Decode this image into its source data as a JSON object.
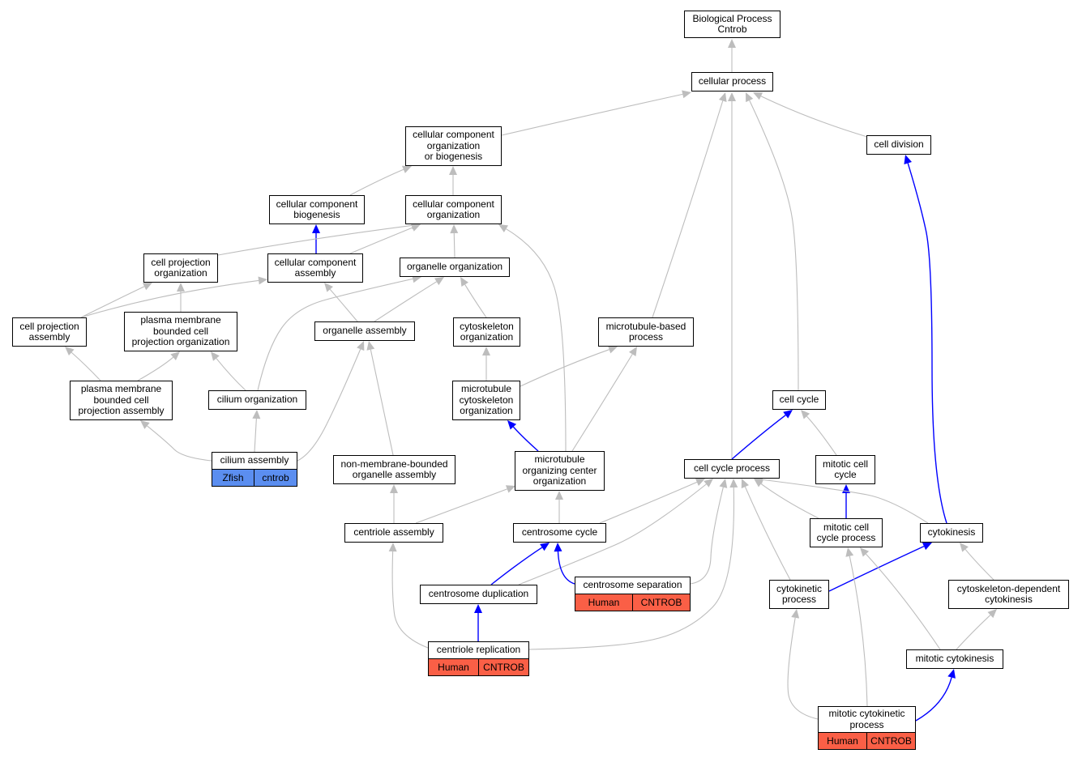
{
  "colors": {
    "edge_default": "#bdbdbd",
    "edge_highlight": "#0000ff",
    "zfish_fill": "#5b8ef0",
    "human_fill": "#fa5f46",
    "node_fill": "#ffffff",
    "node_border": "#000000"
  },
  "nodes": {
    "root": "Biological Process\nCntrob",
    "cellular_process": "cellular process",
    "ccob": "cellular component\norganization\nor biogenesis",
    "cell_division": "cell division",
    "cc_biogenesis": "cellular component\nbiogenesis",
    "cc_organization": "cellular component\norganization",
    "cell_proj_org": "cell projection\norganization",
    "cc_assembly": "cellular component\nassembly",
    "organelle_org": "organelle organization",
    "cell_proj_assembly": "cell projection\nassembly",
    "pm_bounded_proj_org": "plasma membrane\nbounded cell\nprojection organization",
    "organelle_assembly": "organelle assembly",
    "cytoskeleton_org": "cytoskeleton\norganization",
    "microtubule_based": "microtubule-based\nprocess",
    "pm_bounded_proj_assembly": "plasma membrane\nbounded cell\nprojection assembly",
    "cilium_org": "cilium organization",
    "mt_cytoskeleton_org": "microtubule\ncytoskeleton\norganization",
    "cell_cycle": "cell cycle",
    "cilium_assembly": "cilium assembly",
    "non_membrane_assembly": "non-membrane-bounded\norganelle assembly",
    "mtoc_org": "microtubule\norganizing center\norganization",
    "cell_cycle_process": "cell cycle process",
    "mitotic_cell_cycle": "mitotic cell\ncycle",
    "centriole_assembly": "centriole assembly",
    "centrosome_cycle": "centrosome cycle",
    "mitotic_cc_process": "mitotic cell\ncycle process",
    "cytokinesis": "cytokinesis",
    "centrosome_separation": "centrosome separation",
    "centrosome_duplication": "centrosome duplication",
    "cytokinetic_process": "cytokinetic\nprocess",
    "cytoskeleton_dep_cytokinesis": "cytoskeleton-dependent\ncytokinesis",
    "centriole_replication": "centriole replication",
    "mitotic_cytokinesis": "mitotic cytokinesis",
    "mitotic_cytokinetic_process": "mitotic cytokinetic\nprocess"
  },
  "annotations": {
    "cilium_assembly": [
      "Zfish",
      "cntrob"
    ],
    "centrosome_separation": [
      "Human",
      "CNTROB"
    ],
    "centriole_replication": [
      "Human",
      "CNTROB"
    ],
    "mitotic_cytokinetic_process": [
      "Human",
      "CNTROB"
    ]
  },
  "edges": [
    {
      "from": "cellular_process",
      "to": "root",
      "style": "default"
    },
    {
      "from": "ccob",
      "to": "cellular_process",
      "style": "default"
    },
    {
      "from": "cell_division",
      "to": "cellular_process",
      "style": "default"
    },
    {
      "from": "microtubule_based",
      "to": "cellular_process",
      "style": "default"
    },
    {
      "from": "cell_cycle",
      "to": "cellular_process",
      "style": "default"
    },
    {
      "from": "cell_cycle_process",
      "to": "cellular_process",
      "style": "default"
    },
    {
      "from": "cc_biogenesis",
      "to": "ccob",
      "style": "default"
    },
    {
      "from": "cc_organization",
      "to": "ccob",
      "style": "default"
    },
    {
      "from": "cc_assembly",
      "to": "cc_biogenesis",
      "style": "highlight"
    },
    {
      "from": "cell_proj_org",
      "to": "cc_organization",
      "style": "default"
    },
    {
      "from": "cc_assembly",
      "to": "cc_organization",
      "style": "default"
    },
    {
      "from": "organelle_org",
      "to": "cc_organization",
      "style": "default"
    },
    {
      "from": "mtoc_org",
      "to": "cc_organization",
      "style": "default"
    },
    {
      "from": "cell_proj_assembly",
      "to": "cell_proj_org",
      "style": "default"
    },
    {
      "from": "pm_bounded_proj_org",
      "to": "cell_proj_org",
      "style": "default"
    },
    {
      "from": "cell_proj_assembly",
      "to": "cc_assembly",
      "style": "default"
    },
    {
      "from": "organelle_assembly",
      "to": "cc_assembly",
      "style": "default"
    },
    {
      "from": "organelle_assembly",
      "to": "organelle_org",
      "style": "default"
    },
    {
      "from": "cytoskeleton_org",
      "to": "organelle_org",
      "style": "default"
    },
    {
      "from": "cilium_org",
      "to": "organelle_org",
      "style": "default"
    },
    {
      "from": "pm_bounded_proj_assembly",
      "to": "cell_proj_assembly",
      "style": "default"
    },
    {
      "from": "pm_bounded_proj_assembly",
      "to": "pm_bounded_proj_org",
      "style": "default"
    },
    {
      "from": "cilium_org",
      "to": "pm_bounded_proj_org",
      "style": "default"
    },
    {
      "from": "cilium_assembly",
      "to": "pm_bounded_proj_assembly",
      "style": "default"
    },
    {
      "from": "cilium_assembly",
      "to": "cilium_org",
      "style": "default"
    },
    {
      "from": "cilium_assembly",
      "to": "organelle_assembly",
      "style": "default"
    },
    {
      "from": "non_membrane_assembly",
      "to": "organelle_assembly",
      "style": "default"
    },
    {
      "from": "mt_cytoskeleton_org",
      "to": "cytoskeleton_org",
      "style": "default"
    },
    {
      "from": "mt_cytoskeleton_org",
      "to": "microtubule_based",
      "style": "default"
    },
    {
      "from": "mtoc_org",
      "to": "microtubule_based",
      "style": "default"
    },
    {
      "from": "mtoc_org",
      "to": "mt_cytoskeleton_org",
      "style": "highlight"
    },
    {
      "from": "centriole_assembly",
      "to": "non_membrane_assembly",
      "style": "default"
    },
    {
      "from": "centriole_assembly",
      "to": "mtoc_org",
      "style": "default"
    },
    {
      "from": "centrosome_cycle",
      "to": "mtoc_org",
      "style": "default"
    },
    {
      "from": "cell_cycle_process",
      "to": "cell_cycle",
      "style": "highlight"
    },
    {
      "from": "mitotic_cell_cycle",
      "to": "cell_cycle",
      "style": "default"
    },
    {
      "from": "mitotic_cc_process",
      "to": "mitotic_cell_cycle",
      "style": "highlight"
    },
    {
      "from": "centrosome_cycle",
      "to": "cell_cycle_process",
      "style": "default"
    },
    {
      "from": "centrosome_duplication",
      "to": "cell_cycle_process",
      "style": "default"
    },
    {
      "from": "centrosome_separation",
      "to": "cell_cycle_process",
      "style": "default"
    },
    {
      "from": "centriole_replication",
      "to": "cell_cycle_process",
      "style": "default"
    },
    {
      "from": "cytokinetic_process",
      "to": "cell_cycle_process",
      "style": "default"
    },
    {
      "from": "mitotic_cc_process",
      "to": "cell_cycle_process",
      "style": "default"
    },
    {
      "from": "cytokinesis",
      "to": "cell_cycle_process",
      "style": "default"
    },
    {
      "from": "cytokinesis",
      "to": "cell_division",
      "style": "highlight"
    },
    {
      "from": "centrosome_duplication",
      "to": "centrosome_cycle",
      "style": "highlight"
    },
    {
      "from": "centrosome_separation",
      "to": "centrosome_cycle",
      "style": "highlight"
    },
    {
      "from": "centriole_replication",
      "to": "centriole_assembly",
      "style": "default"
    },
    {
      "from": "centriole_replication",
      "to": "centrosome_duplication",
      "style": "highlight"
    },
    {
      "from": "cytokinetic_process",
      "to": "cytokinesis",
      "style": "highlight"
    },
    {
      "from": "cytoskeleton_dep_cytokinesis",
      "to": "cytokinesis",
      "style": "default"
    },
    {
      "from": "mitotic_cytokinesis",
      "to": "cytoskeleton_dep_cytokinesis",
      "style": "default"
    },
    {
      "from": "mitotic_cytokinesis",
      "to": "mitotic_cc_process",
      "style": "default"
    },
    {
      "from": "mitotic_cytokinetic_process",
      "to": "mitotic_cytokinesis",
      "style": "highlight"
    },
    {
      "from": "mitotic_cytokinetic_process",
      "to": "cytokinetic_process",
      "style": "default"
    },
    {
      "from": "mitotic_cytokinetic_process",
      "to": "mitotic_cc_process",
      "style": "default"
    }
  ]
}
